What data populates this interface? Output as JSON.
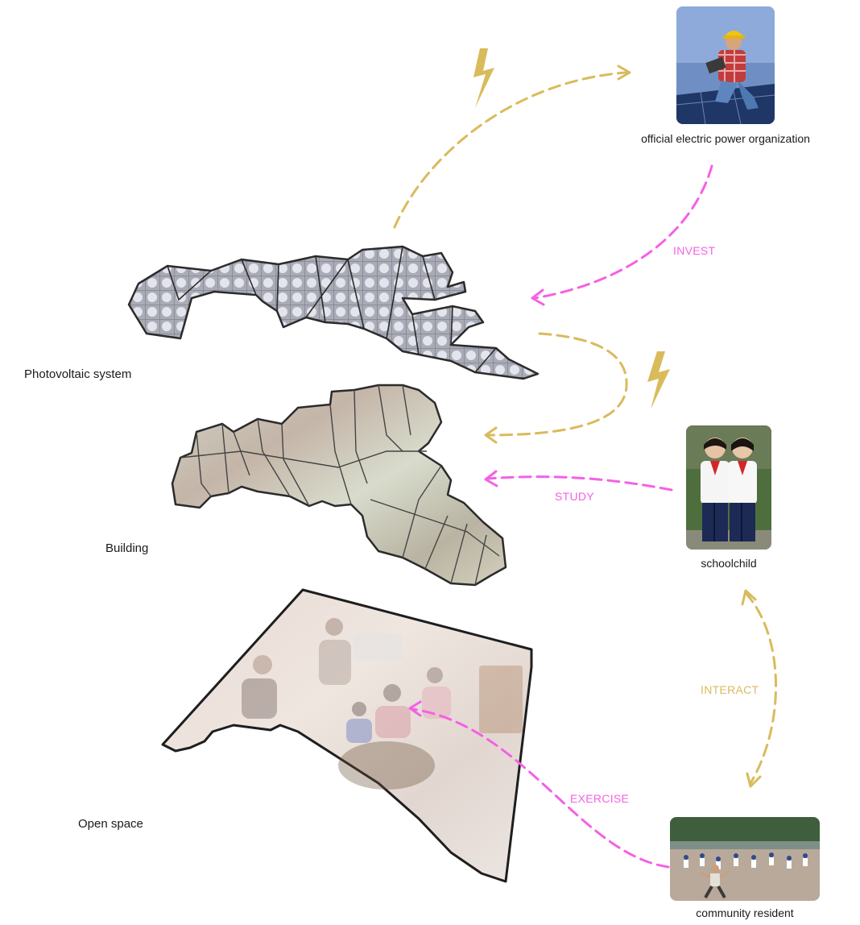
{
  "colors": {
    "energy": "#d9bb5c",
    "social": "#f461e6",
    "panel_fill": "#a7a9b4",
    "outline": "#2b2b2b"
  },
  "layers": {
    "photovoltaic": "Photovoltaic system",
    "building": "Building",
    "open_space": "Open space"
  },
  "actors": {
    "power_org": {
      "label": "official electric power organization",
      "icon": "worker-photo"
    },
    "schoolchild": {
      "label": "schoolchild",
      "icon": "children-photo"
    },
    "resident": {
      "label": "community resident",
      "icon": "residents-photo"
    }
  },
  "relations": {
    "invest": "INVEST",
    "study": "STUDY",
    "interact": "INTERACT",
    "exercise": "EXERCISE"
  },
  "icons": {
    "lightning": "lightning-bolt-icon"
  }
}
